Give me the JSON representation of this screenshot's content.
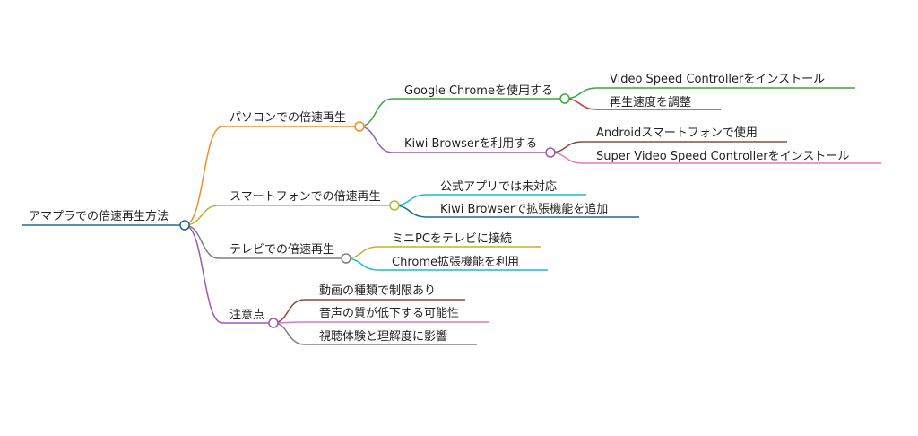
{
  "mindmap": {
    "root": {
      "label": "アマプラでの倍速再生方法",
      "color": "#1b6a8f"
    },
    "branches": [
      {
        "label": "パソコンでの倍速再生",
        "color": "#f28c28",
        "children": [
          {
            "label": "Google Chromeを使用する",
            "color": "#3aa63a",
            "children": [
              {
                "label": "Video Speed Controllerをインストール",
                "color": "#3aa63a"
              },
              {
                "label": "再生速度を調整",
                "color": "#c0392b"
              }
            ]
          },
          {
            "label": "Kiwi Browserを利用する",
            "color": "#9b59b6",
            "children": [
              {
                "label": "Androidスマートフォンで使用",
                "color": "#8b4a3e"
              },
              {
                "label": "Super Video Speed Controllerをインストール",
                "color": "#e377c2"
              }
            ]
          }
        ]
      },
      {
        "label": "スマートフォンでの倍速再生",
        "color": "#b5b82a",
        "children": [
          {
            "label": "公式アプリでは未対応",
            "color": "#17becf"
          },
          {
            "label": "Kiwi Browserで拡張機能を追加",
            "color": "#1b6a8f"
          }
        ]
      },
      {
        "label": "テレビでの倍速再生",
        "color": "#808080",
        "children": [
          {
            "label": "ミニPCをテレビに接続",
            "color": "#b5b82a"
          },
          {
            "label": "Chrome拡張機能を利用",
            "color": "#17becf"
          }
        ]
      },
      {
        "label": "注意点",
        "color": "#9b59b6",
        "children": [
          {
            "label": "動画の種類で制限あり",
            "color": "#8b4a3e"
          },
          {
            "label": "音声の質が低下する可能性",
            "color": "#e377c2"
          },
          {
            "label": "視聴体験と理解度に影響",
            "color": "#808080"
          }
        ]
      }
    ]
  }
}
